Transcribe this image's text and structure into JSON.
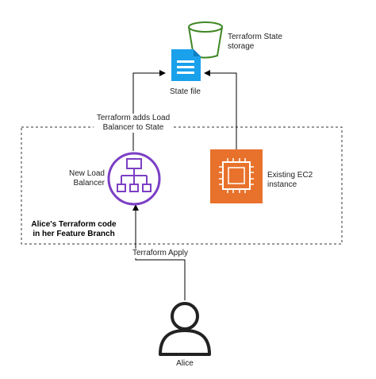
{
  "nodes": {
    "storage": {
      "label": "Terraform State\nstorage",
      "icon": "bucket-icon",
      "color": "#3f8624"
    },
    "state_file": {
      "label": "State file",
      "icon": "document-icon",
      "color": "#1aa1ec"
    },
    "load_balancer": {
      "label": "New Load\nBalancer",
      "icon": "load-balancer-icon",
      "color": "#7b3fc4"
    },
    "ec2": {
      "label": "Existing EC2\ninstance",
      "icon": "ec2-chip-icon",
      "color": "#e8722c"
    },
    "alice": {
      "label": "Alice",
      "icon": "user-icon"
    }
  },
  "group": {
    "label": "Alice's Terraform code\nin her Feature Branch",
    "border": "dashed"
  },
  "edges": {
    "lb_to_state": {
      "label": "Terraform adds Load\nBalancer to State"
    },
    "alice_to_lb": {
      "label": "Terraform Apply"
    },
    "ec2_to_state": {
      "label": ""
    }
  }
}
